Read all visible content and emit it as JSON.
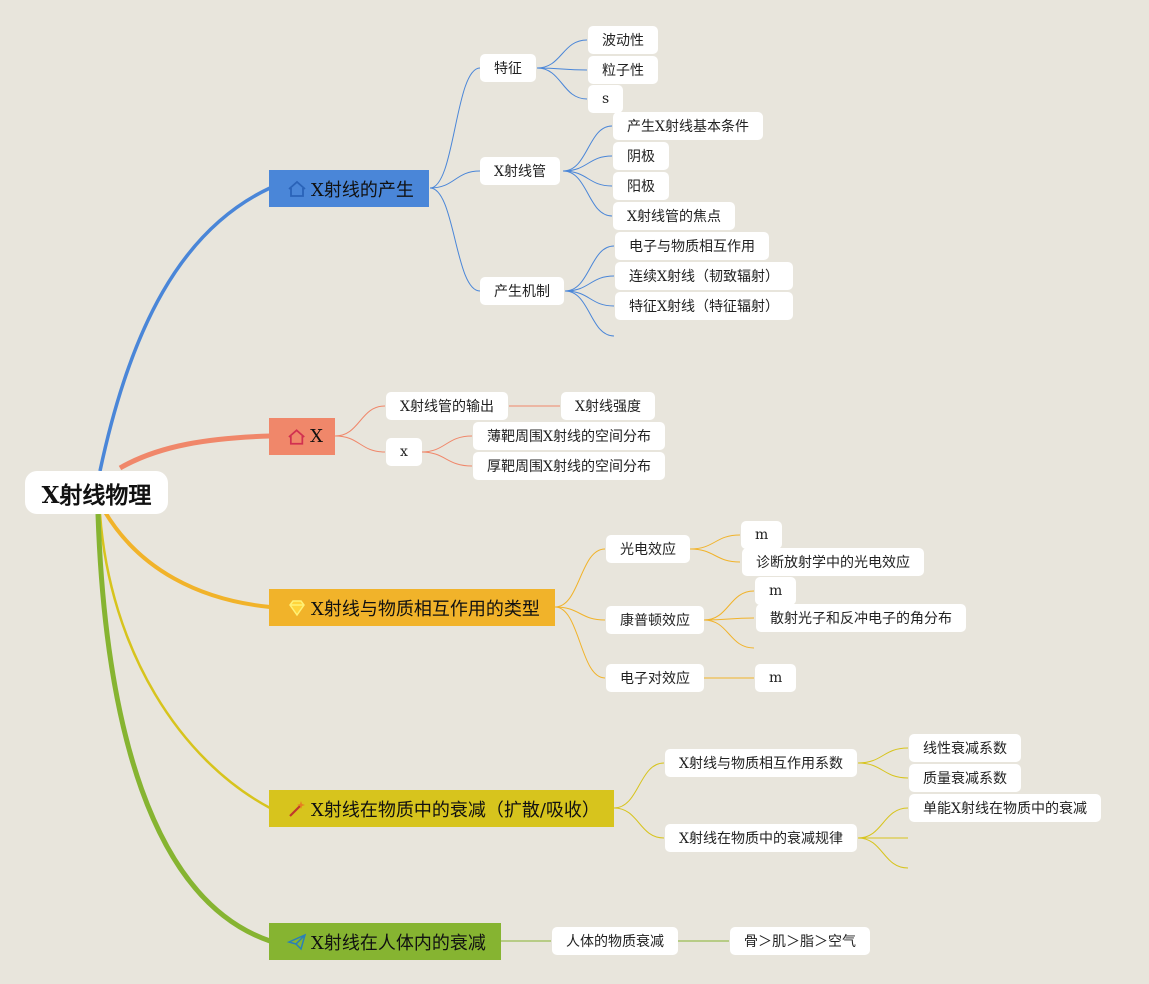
{
  "root": {
    "label": "X射线物理"
  },
  "branches": [
    {
      "label": "X射线的产生",
      "color": "#4a86d8",
      "icon": "home-icon"
    },
    {
      "label": "X",
      "color": "#f0876a",
      "icon": "home-icon"
    },
    {
      "label": "X射线与物质相互作用的类型",
      "color": "#f1b32a",
      "icon": "diamond-icon"
    },
    {
      "label": "X射线在物质中的衰减（扩散/吸收）",
      "color": "#d7c41d",
      "icon": "magic-wand-icon"
    },
    {
      "label": "X射线在人体内的衰减",
      "color": "#86b431",
      "icon": "paper-plane-icon"
    }
  ],
  "b0": {
    "tezheng": "特征",
    "bodong": "波动性",
    "lizi": "粒子性",
    "s": "s",
    "guan": "X射线管",
    "jiben": "产生X射线基本条件",
    "yinji": "阴极",
    "yangji": "阳极",
    "jiaodian": "X射线管的焦点",
    "jizhi": "产生机制",
    "dianzi": "电子与物质相互作用",
    "lianxu": "连续X射线（韧致辐射）",
    "tezhengfushe": "特征X射线（特征辐射）"
  },
  "b1": {
    "shuchu": "X射线管的输出",
    "qiangdu": "X射线强度",
    "x": "x",
    "baoba": "薄靶周围X射线的空间分布",
    "houba": "厚靶周围X射线的空间分布"
  },
  "b2": {
    "guangdian": "光电效应",
    "m1": "m",
    "zhenduan": "诊断放射学中的光电效应",
    "kangpudun": "康普顿效应",
    "m2": "m",
    "sanshe": "散射光子和反冲电子的角分布",
    "duixiaoying": "电子对效应",
    "m3": "m"
  },
  "b3": {
    "xishu": "X射线与物质相互作用系数",
    "xianxing": "线性衰减系数",
    "zhiliang": "质量衰减系数",
    "guilv": "X射线在物质中的衰减规律",
    "danneng": "单能X射线在物质中的衰减"
  },
  "b4": {
    "renti": "人体的物质衰减",
    "gu": "骨＞肌＞脂＞空气"
  }
}
